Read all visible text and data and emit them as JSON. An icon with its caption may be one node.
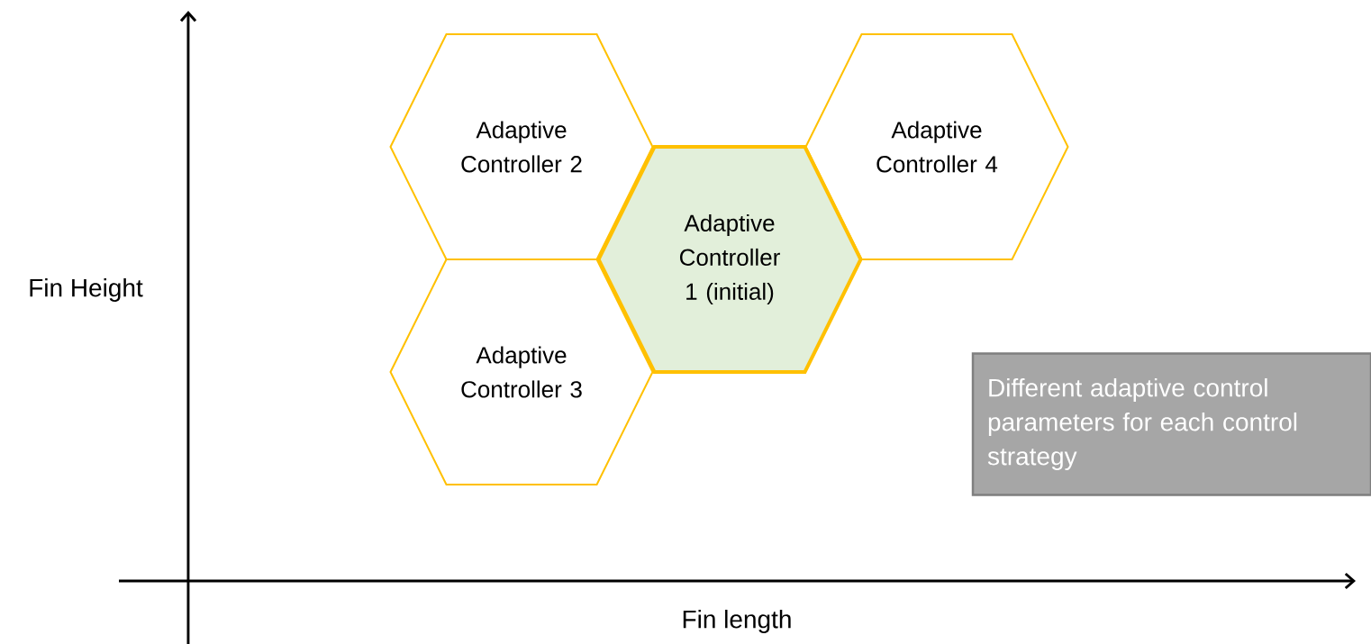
{
  "diagram": {
    "nodes": [
      {
        "text": [
          "Adaptive Controller 2"
        ]
      },
      {
        "text": [
          "Adaptive Controller 4"
        ]
      },
      {
        "text": [
          "Adaptive Controller 1 (initial)"
        ]
      },
      {
        "text": [
          "Adaptive Controller 3"
        ]
      },
      {
        "text": [
          "Different adaptive control parameters for each control strategy"
        ]
      }
    ],
    "labels": [
      "Fin Height",
      "Fin length"
    ]
  }
}
